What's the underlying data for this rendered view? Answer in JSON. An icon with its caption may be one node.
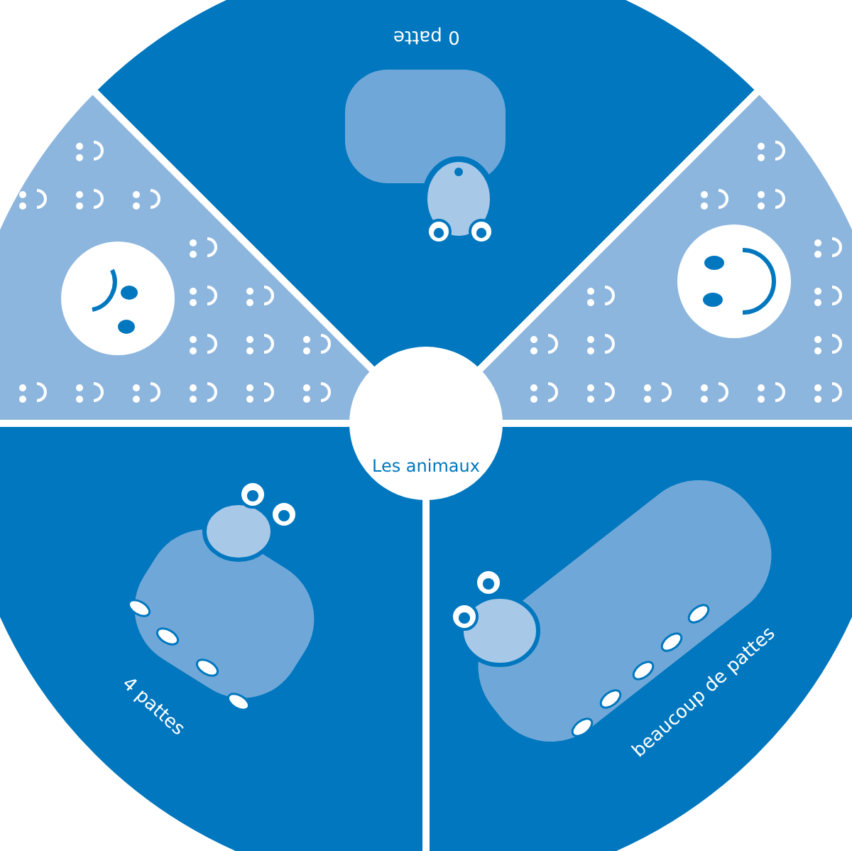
{
  "diagram": {
    "nodes": [
      {
        "text": [
          "0 patte"
        ]
      },
      {
        "text": [],
        "shape": "sector"
      },
      {
        "text": [],
        "shape": "sector"
      },
      {
        "text": [
          "Les animaux"
        ]
      },
      {
        "text": [
          "4 pattes"
        ]
      },
      {
        "text": [
          "beaucoup de pattes"
        ]
      }
    ]
  }
}
